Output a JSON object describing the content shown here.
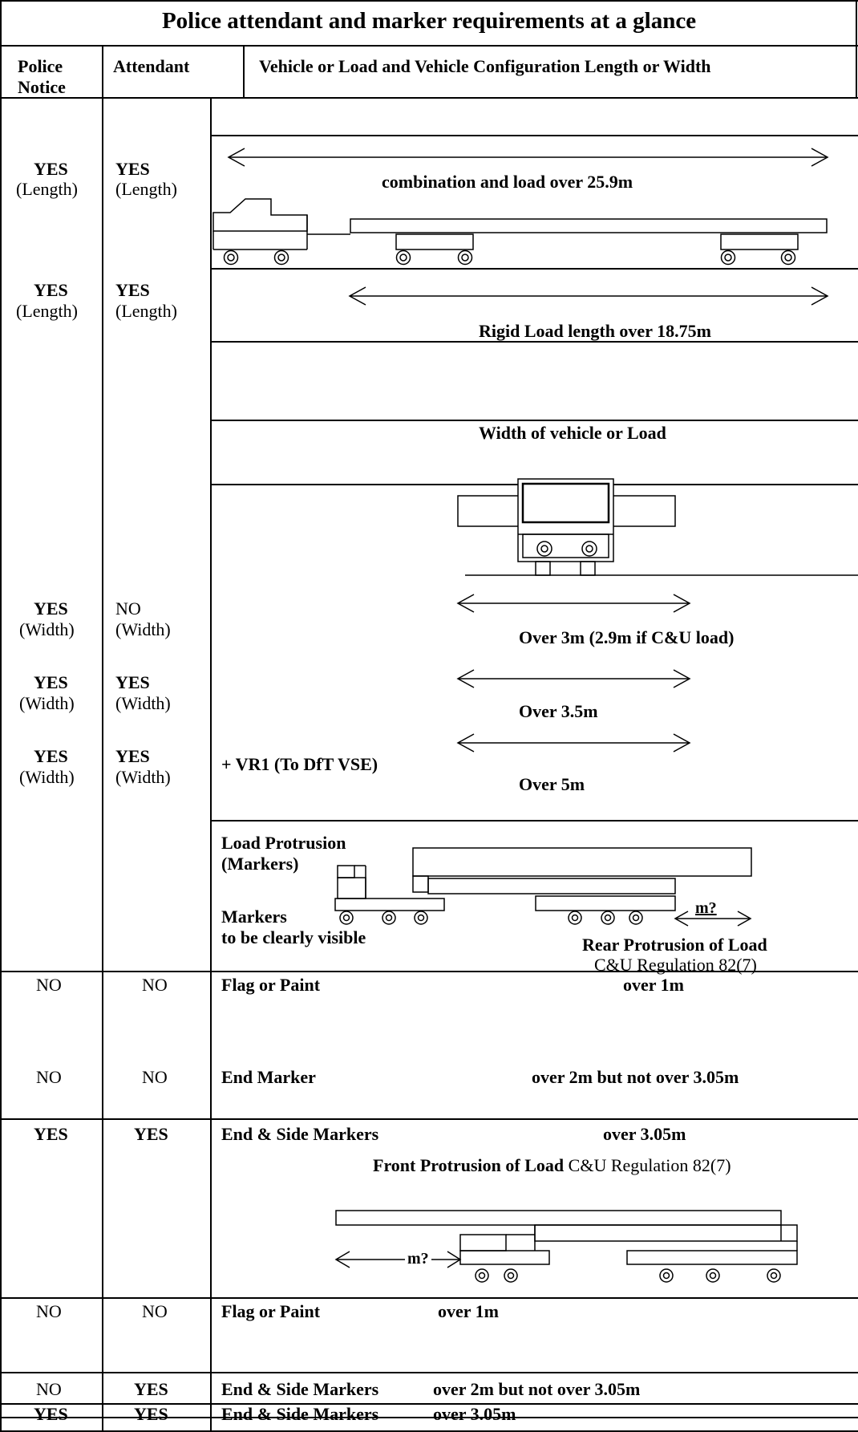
{
  "title": "Police attendant and marker requirements at a glance",
  "headers": {
    "police_notice": [
      "Police",
      "Notice"
    ],
    "attendant": "Attendant",
    "configuration": "Vehicle or Load and Vehicle Configuration Length or Width"
  },
  "length_rows": [
    {
      "police": "YES",
      "police_sub": "(Length)",
      "attendant": "YES",
      "attendant_sub": "(Length)",
      "label": "combination and load over 25.9m"
    },
    {
      "police": "YES",
      "police_sub": "(Length)",
      "attendant": "YES",
      "attendant_sub": "(Length)",
      "label": "Rigid Load length over 18.75m"
    }
  ],
  "width_heading": "Width of vehicle or Load",
  "width_rows": [
    {
      "police": "YES",
      "police_sub": "(Width)",
      "attendant": "NO",
      "attendant_sub": "(Width)",
      "label": "Over 3m (2.9m if C&U load)"
    },
    {
      "police": "YES",
      "police_sub": "(Width)",
      "attendant": "YES",
      "attendant_sub": "(Width)",
      "label": "Over 3.5m"
    },
    {
      "police": "YES",
      "police_sub": "(Width)",
      "attendant": "YES",
      "attendant_sub": "(Width)",
      "label": "Over 5m",
      "note": "+ VR1 (To DfT VSE)"
    }
  ],
  "rear_section": {
    "label_1": "Load Protrusion",
    "label_2": "(Markers)",
    "markers_1": "Markers",
    "markers_2": "to be clearly visible",
    "measure": "m?",
    "title": "Rear Protrusion of Load",
    "regulation": "C&U Regulation 82(7)",
    "rows": [
      {
        "police": "NO",
        "attendant": "NO",
        "marker": "Flag or Paint",
        "condition": "over 1m"
      },
      {
        "police": "NO",
        "attendant": "NO",
        "marker": "End Marker",
        "condition": "over 2m but not over 3.05m"
      },
      {
        "police": "YES",
        "attendant": "YES",
        "marker": "End & Side Markers",
        "condition": "over 3.05m"
      }
    ]
  },
  "front_section": {
    "title": "Front Protrusion of Load",
    "regulation": "C&U Regulation 82(7)",
    "measure": "m?",
    "rows": [
      {
        "police": "NO",
        "attendant": "NO",
        "marker": "Flag or Paint",
        "condition": "over 1m"
      },
      {
        "police": "NO",
        "attendant": "YES",
        "marker": "End & Side Markers",
        "condition": "over 2m but not over 3.05m"
      },
      {
        "police": "YES",
        "attendant": "YES",
        "marker": "End & Side Markers",
        "condition": "over 3.05m"
      }
    ]
  }
}
